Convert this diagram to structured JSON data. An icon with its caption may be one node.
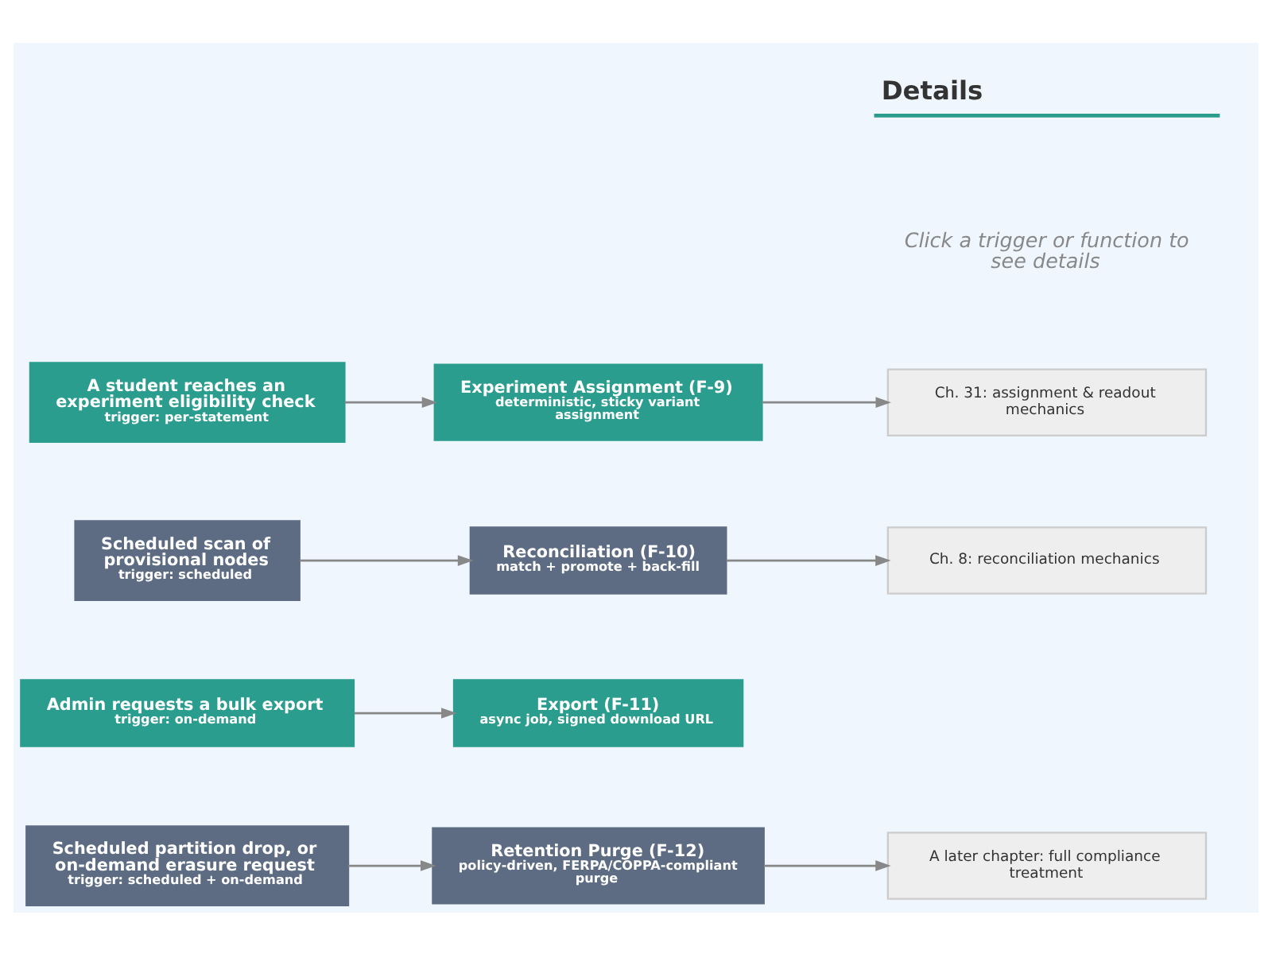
{
  "diagram": {
    "nodes": [
      {
        "text": [
          "A student reaches an experiment eligibility check",
          "trigger: per-statement"
        ]
      },
      {
        "text": [
          "Experiment Assignment (F-9)",
          "deterministic, sticky variant assignment"
        ]
      },
      {
        "text": [
          "Ch. 31: assignment & readout mechanics"
        ]
      },
      {
        "text": [
          "Scheduled scan of provisional nodes",
          "trigger: scheduled"
        ]
      },
      {
        "text": [
          "Reconciliation (F-10)",
          "match + promote + back-fill"
        ]
      },
      {
        "text": [
          "Ch. 8: reconciliation mechanics"
        ]
      },
      {
        "text": [
          "Admin requests a bulk export",
          "trigger: on-demand"
        ]
      },
      {
        "text": [
          "Export (F-11)",
          "async job, signed download URL"
        ]
      },
      {
        "text": [
          "Scheduled partition drop, or on-demand erasure request",
          "trigger: scheduled + on-demand"
        ]
      },
      {
        "text": [
          "Retention Purge (F-12)",
          "policy-driven, FERPA/COPPA-compliant purge"
        ]
      },
      {
        "text": [
          "A later chapter: full compliance treatment"
        ]
      }
    ],
    "edges": [
      {
        "from": 0,
        "to": 1,
        "arrow": "to"
      },
      {
        "from": 1,
        "to": 2,
        "arrow": "to"
      },
      {
        "from": 3,
        "to": 4,
        "arrow": "to"
      },
      {
        "from": 4,
        "to": 5,
        "arrow": "to"
      },
      {
        "from": 6,
        "to": 7,
        "arrow": "to"
      },
      {
        "from": 8,
        "to": 9,
        "arrow": "to"
      },
      {
        "from": 9,
        "to": 10,
        "arrow": "to"
      }
    ],
    "labels": [
      "Details",
      "Click a trigger or function to see details"
    ]
  }
}
